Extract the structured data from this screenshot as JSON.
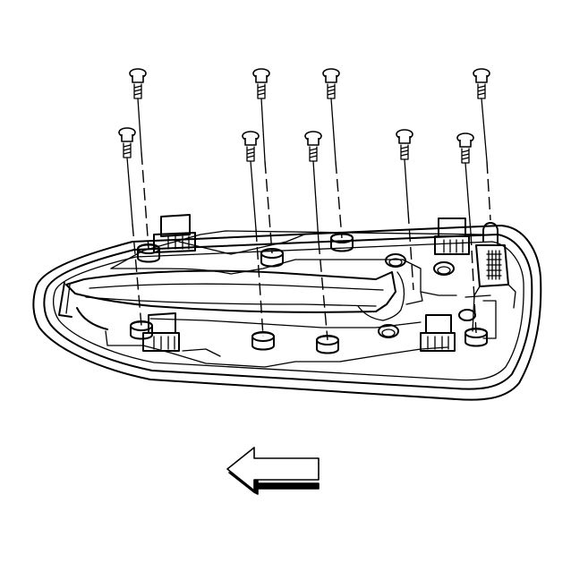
{
  "illustration": {
    "part": "console-lid-trim-panel",
    "fasteners": [
      {
        "id": "screw-1"
      },
      {
        "id": "screw-2"
      },
      {
        "id": "screw-3"
      },
      {
        "id": "screw-4"
      },
      {
        "id": "screw-5"
      },
      {
        "id": "screw-6"
      },
      {
        "id": "screw-7"
      },
      {
        "id": "screw-8"
      },
      {
        "id": "screw-9"
      }
    ],
    "direction_indicator": {
      "icon": "arrow-left-icon",
      "points": "forward"
    },
    "colors": {
      "line": "#000000",
      "background": "#ffffff"
    }
  }
}
